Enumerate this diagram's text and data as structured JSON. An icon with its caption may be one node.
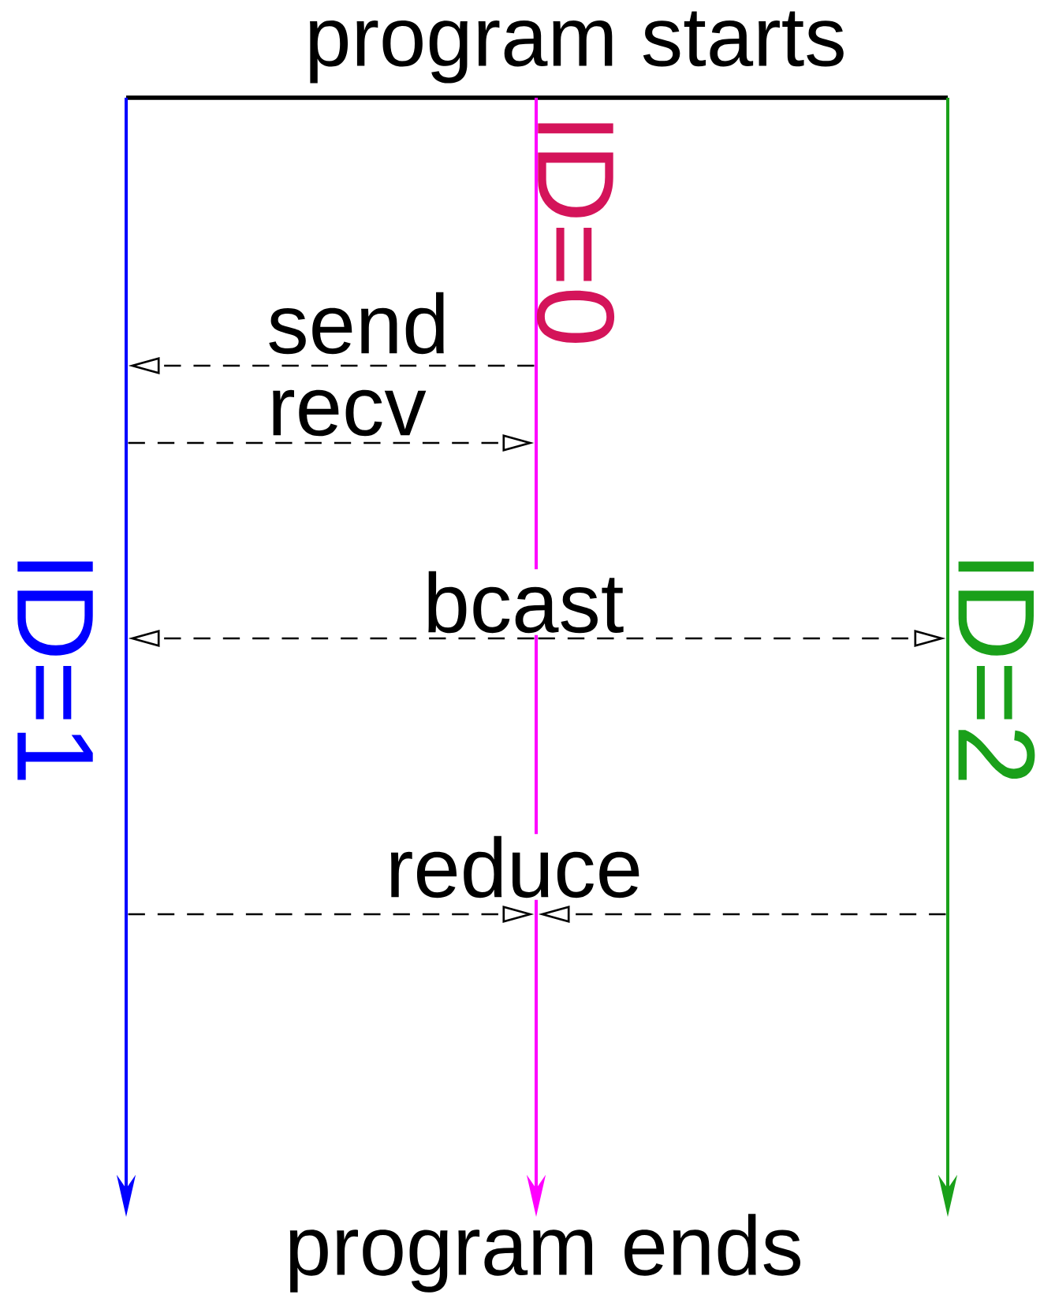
{
  "diagram": {
    "nodes": [
      {
        "text": [
          "ID=1"
        ]
      },
      {
        "text": [
          "ID=0"
        ]
      },
      {
        "text": [
          "ID=2"
        ]
      }
    ],
    "edges": [
      {
        "from": 1,
        "to": 0,
        "arrow": "to",
        "label": "send",
        "style": "dashed"
      },
      {
        "from": 0,
        "to": 1,
        "arrow": "to",
        "label": "recv",
        "style": "dashed"
      },
      {
        "from": 1,
        "to": 0,
        "arrow": "to",
        "label": "bcast",
        "style": "dashed"
      },
      {
        "from": 1,
        "to": 2,
        "arrow": "to",
        "style": "dashed"
      },
      {
        "from": 0,
        "to": 1,
        "arrow": "to",
        "label": "reduce",
        "style": "dashed"
      },
      {
        "from": 2,
        "to": 1,
        "arrow": "to",
        "style": "dashed"
      }
    ],
    "labels": [
      "program starts",
      "program ends"
    ]
  }
}
